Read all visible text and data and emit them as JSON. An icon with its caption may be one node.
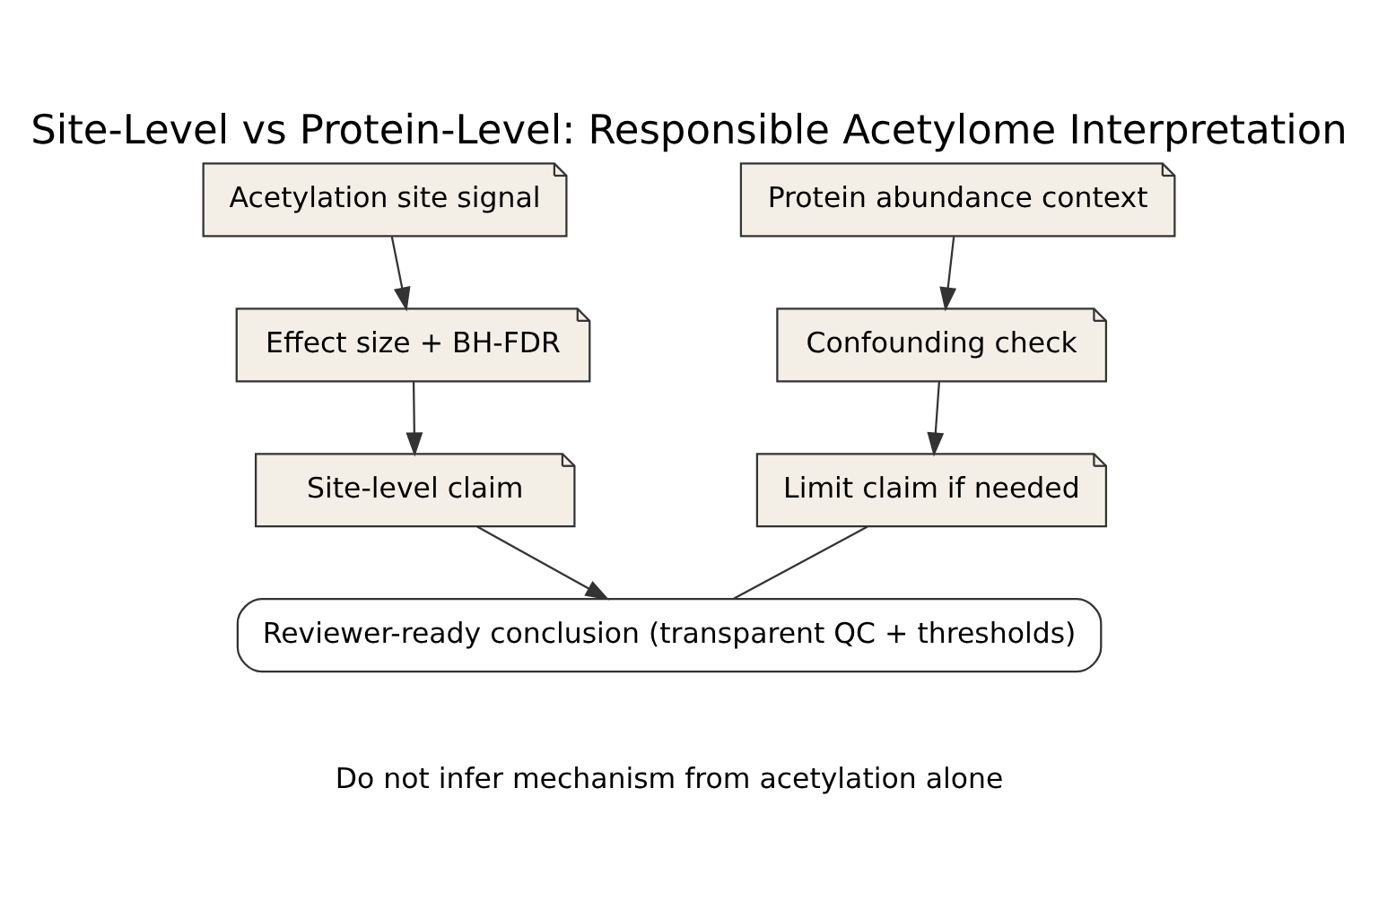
{
  "diagram": {
    "title": "Site-Level vs Protein-Level: Responsible Acetylome Interpretation",
    "nodes": [
      {
        "text": [
          "Acetylation site signal"
        ]
      },
      {
        "text": [
          "Effect size + BH-FDR"
        ]
      },
      {
        "text": [
          "Site-level claim"
        ]
      },
      {
        "text": [
          "Protein abundance context"
        ]
      },
      {
        "text": [
          "Confounding check"
        ]
      },
      {
        "text": [
          "Limit claim if needed"
        ]
      },
      {
        "text": [
          "Reviewer-ready conclusion (transparent QC + thresholds)"
        ]
      }
    ],
    "edges": [
      {
        "from": 0,
        "to": 1,
        "arrow": "to"
      },
      {
        "from": 1,
        "to": 2,
        "arrow": "to"
      },
      {
        "from": 3,
        "to": 4,
        "arrow": "to"
      },
      {
        "from": 4,
        "to": 5,
        "arrow": "to"
      },
      {
        "from": 2,
        "to": 6,
        "arrow": "to"
      },
      {
        "from": 5,
        "to": 6,
        "arrow": "none"
      }
    ],
    "labels": [
      "Do not infer mechanism from acetylation alone"
    ]
  }
}
